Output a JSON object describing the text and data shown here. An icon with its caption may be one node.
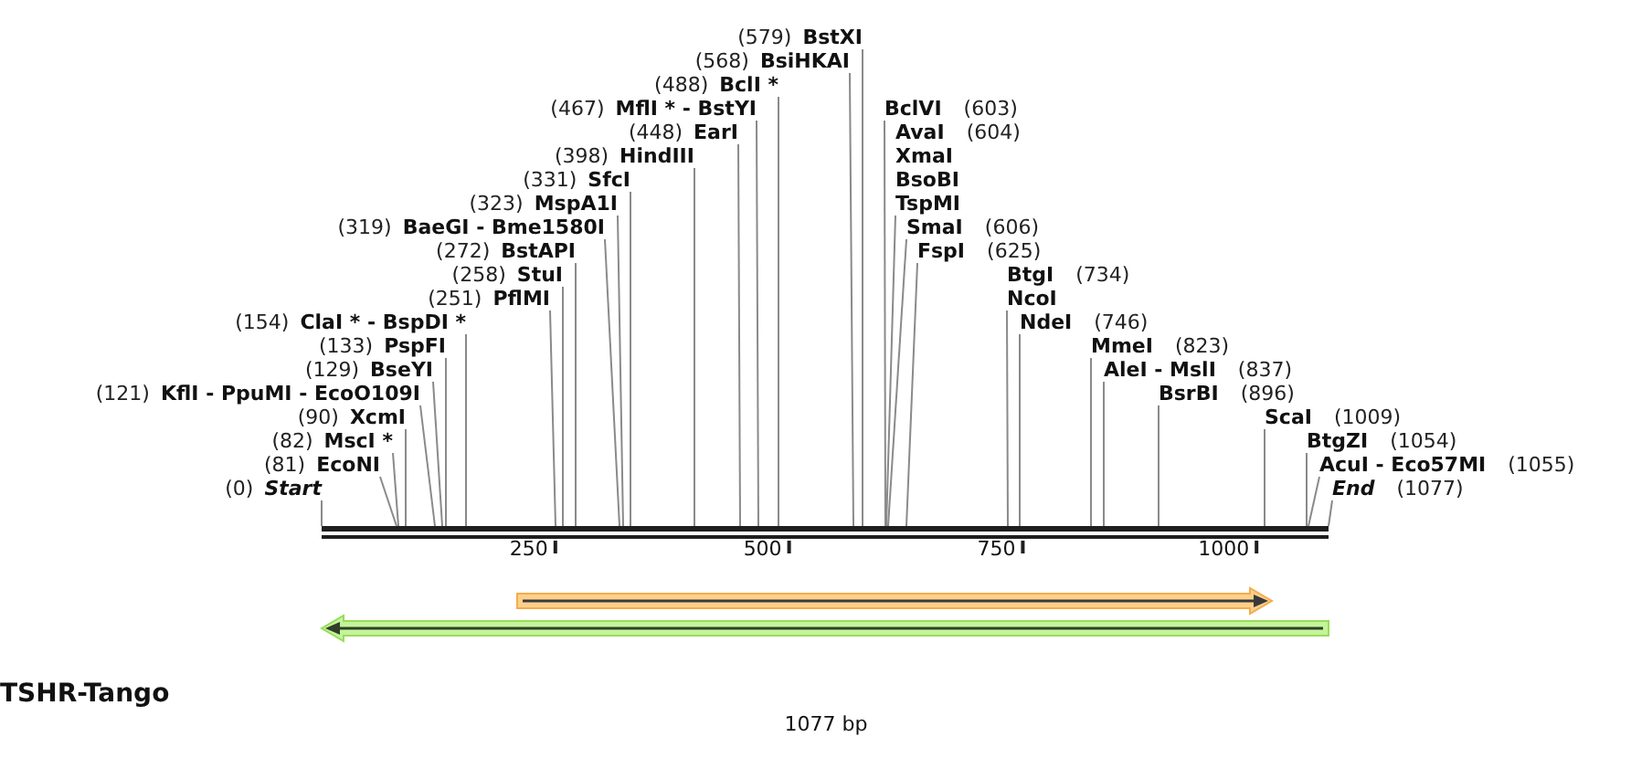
{
  "diagram": {
    "title": "TSHR-Tango",
    "caption": "1077 bp",
    "nodes": [
      {
        "text": [
          "(0)",
          "Start"
        ]
      },
      {
        "text": [
          "(81)",
          "EcoNI"
        ]
      },
      {
        "text": [
          "(82)",
          "MscI *"
        ]
      },
      {
        "text": [
          "(90)",
          "XcmI"
        ]
      },
      {
        "text": [
          "(121)",
          "KflI - PpuMI - EcoO109I"
        ]
      },
      {
        "text": [
          "(129)",
          "BseYI"
        ]
      },
      {
        "text": [
          "(133)",
          "PspFI"
        ]
      },
      {
        "text": [
          "(154)",
          "ClaI * - BspDI *"
        ]
      },
      {
        "text": [
          "(251)",
          "PflMI"
        ]
      },
      {
        "text": [
          "(258)",
          "StuI"
        ]
      },
      {
        "text": [
          "(272)",
          "BstAPI"
        ]
      },
      {
        "text": [
          "(319)",
          "BaeGI - Bme1580I"
        ]
      },
      {
        "text": [
          "(323)",
          "MspA1I"
        ]
      },
      {
        "text": [
          "(331)",
          "SfcI"
        ]
      },
      {
        "text": [
          "(398)",
          "HindIII"
        ]
      },
      {
        "text": [
          "(448)",
          "EarI"
        ]
      },
      {
        "text": [
          "(467)",
          "MflI * - BstYI"
        ]
      },
      {
        "text": [
          "(488)",
          "BclI *"
        ]
      },
      {
        "text": [
          "(568)",
          "BsiHKAI"
        ]
      },
      {
        "text": [
          "(579)",
          "BstXI"
        ]
      },
      {
        "text": [
          "BclVI",
          "(603)"
        ]
      },
      {
        "text": [
          "AvaI",
          "(604)",
          "XmaI",
          "BsoBI",
          "TspMI"
        ]
      },
      {
        "text": [
          "SmaI",
          "(606)"
        ]
      },
      {
        "text": [
          "FspI",
          "(625)"
        ]
      },
      {
        "text": [
          "BtgI",
          "(734)",
          "NcoI"
        ]
      },
      {
        "text": [
          "NdeI",
          "(746)"
        ]
      },
      {
        "text": [
          "MmeI",
          "(823)"
        ]
      },
      {
        "text": [
          "AleI - MslI",
          "(837)"
        ]
      },
      {
        "text": [
          "BsrBI",
          "(896)"
        ]
      },
      {
        "text": [
          "ScaI",
          "(1009)"
        ]
      },
      {
        "text": [
          "BtgZI",
          "(1054)"
        ]
      },
      {
        "text": [
          "AcuI - Eco57MI",
          "(1055)"
        ]
      },
      {
        "text": [
          "End",
          "(1077)"
        ]
      },
      {
        "text": [],
        "shape": "bar"
      }
    ],
    "edges": [
      {
        "from": 0,
        "to": 33,
        "arrow": "none"
      },
      {
        "from": 1,
        "to": 33,
        "arrow": "none"
      },
      {
        "from": 2,
        "to": 33,
        "arrow": "none"
      },
      {
        "from": 3,
        "to": 33,
        "arrow": "none"
      },
      {
        "from": 4,
        "to": 33,
        "arrow": "none"
      },
      {
        "from": 5,
        "to": 33,
        "arrow": "none"
      },
      {
        "from": 6,
        "to": 33,
        "arrow": "none"
      },
      {
        "from": 7,
        "to": 33,
        "arrow": "none"
      },
      {
        "from": 8,
        "to": 33,
        "arrow": "none"
      },
      {
        "from": 9,
        "to": 33,
        "arrow": "none"
      },
      {
        "from": 10,
        "to": 33,
        "arrow": "none"
      },
      {
        "from": 11,
        "to": 33,
        "arrow": "none"
      },
      {
        "from": 12,
        "to": 33,
        "arrow": "none"
      },
      {
        "from": 13,
        "to": 33,
        "arrow": "none"
      },
      {
        "from": 14,
        "to": 33,
        "arrow": "none"
      },
      {
        "from": 15,
        "to": 33,
        "arrow": "none"
      },
      {
        "from": 16,
        "to": 33,
        "arrow": "none"
      },
      {
        "from": 17,
        "to": 33,
        "arrow": "none"
      },
      {
        "from": 18,
        "to": 33,
        "arrow": "none"
      },
      {
        "from": 19,
        "to": 33,
        "arrow": "none"
      },
      {
        "from": 20,
        "to": 33,
        "arrow": "none"
      },
      {
        "from": 21,
        "to": 33,
        "arrow": "none"
      },
      {
        "from": 22,
        "to": 33,
        "arrow": "none"
      },
      {
        "from": 23,
        "to": 33,
        "arrow": "none"
      },
      {
        "from": 24,
        "to": 33,
        "arrow": "none"
      },
      {
        "from": 25,
        "to": 33,
        "arrow": "none"
      },
      {
        "from": 26,
        "to": 33,
        "arrow": "none"
      },
      {
        "from": 27,
        "to": 33,
        "arrow": "none"
      },
      {
        "from": 28,
        "to": 33,
        "arrow": "none"
      },
      {
        "from": 29,
        "to": 33,
        "arrow": "none"
      },
      {
        "from": 30,
        "to": 33,
        "arrow": "none"
      },
      {
        "from": 31,
        "to": 33,
        "arrow": "none"
      },
      {
        "from": 32,
        "to": 33,
        "arrow": "none"
      }
    ],
    "labels": [
      "250",
      "500",
      "750",
      "1000"
    ]
  }
}
